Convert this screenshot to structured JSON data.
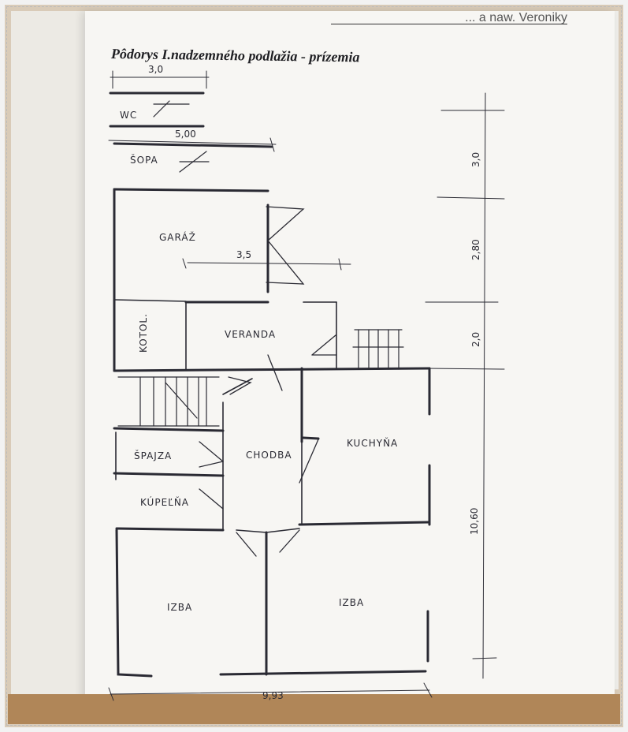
{
  "title": "Pôdorys  I.nadzemného podlažia  - prízemia",
  "header_fragment": "... a naw. Veroniky",
  "rooms": {
    "wc": "WC",
    "sopa": "ŠOPA",
    "garaz": "GARÁŽ",
    "kotolna": "KOTOL.",
    "veranda": "VERANDA",
    "spajza": "ŠPAJZA",
    "chodba": "CHODBA",
    "kuchyna": "KUCHYŇA",
    "kupelna": "KÚPEĽŇA",
    "izba_left": "IZBA",
    "izba_right": "IZBA"
  },
  "dimensions": {
    "top_width": "3,0",
    "sopa_width": "5,00",
    "garaz_width": "3,5",
    "right_1": "3,0",
    "right_2": "2,80",
    "right_3": "2,0",
    "right_4": "10,60",
    "bottom_width": "9,93"
  },
  "colors": {
    "paper": "#f7f6f3",
    "ink": "#2a2a33",
    "table": "#b08658"
  }
}
